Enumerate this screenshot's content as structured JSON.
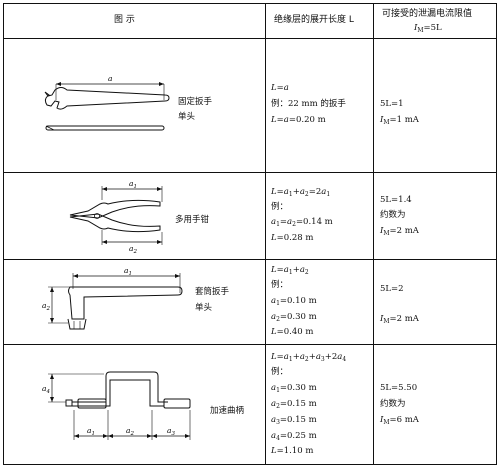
{
  "header": {
    "col1": "图    示",
    "col2": "绝缘层的展开长度 L",
    "col3_line1": "可接受的泄漏电流限值",
    "col3_line2": "I",
    "col3_sub": "M",
    "col3_line2b": "=5L"
  },
  "rows": [
    {
      "label_line1": "固定扳手",
      "label_line2": "单头",
      "dims": [
        "a"
      ],
      "length": [
        "L=a",
        "例：22 mm 的扳手",
        "L=a=0.20 m"
      ],
      "limit": [
        "5L=1",
        "I",
        "M",
        "=1 mA"
      ]
    },
    {
      "label_line1": "多用手钳",
      "dims": [
        "a",
        "1",
        "a",
        "2"
      ],
      "length": [
        "L=a",
        "1",
        "+a",
        "2",
        "=2a",
        "1",
        "例：",
        "a",
        "1",
        "=a",
        "2",
        "=0.14 m",
        "L=0.28 m"
      ],
      "limit": [
        "5L=1.4",
        "约数为",
        "I",
        "M",
        "=2 mA"
      ]
    },
    {
      "label_line1": "套筒扳手",
      "label_line2": "单头",
      "dims": [
        "a",
        "1",
        "a",
        "2"
      ],
      "length": [
        "L=a",
        "1",
        "+a",
        "2",
        "例：",
        "a",
        "1",
        "=0.10 m",
        "a",
        "2",
        "=0.30 m",
        "L=0.40 m"
      ],
      "limit": [
        "5L=2",
        "I",
        "M",
        "=2 mA"
      ]
    },
    {
      "label_line1": "加速曲柄",
      "dims": [
        "a",
        "4",
        "a",
        "1",
        "a",
        "2",
        "a",
        "3"
      ],
      "length": [
        "L=a",
        "1",
        "+a",
        "2",
        "+a",
        "3",
        "+2a",
        "4",
        "例：",
        "a",
        "1",
        "=0.30 m",
        "a",
        "2",
        "=0.15 m",
        "a",
        "3",
        "=0.15 m",
        "a",
        "4",
        "=0.25 m",
        "L=1.10 m"
      ],
      "limit": [
        "5L=5.50",
        "约数为",
        "I",
        "M",
        "=6 mA"
      ]
    }
  ]
}
